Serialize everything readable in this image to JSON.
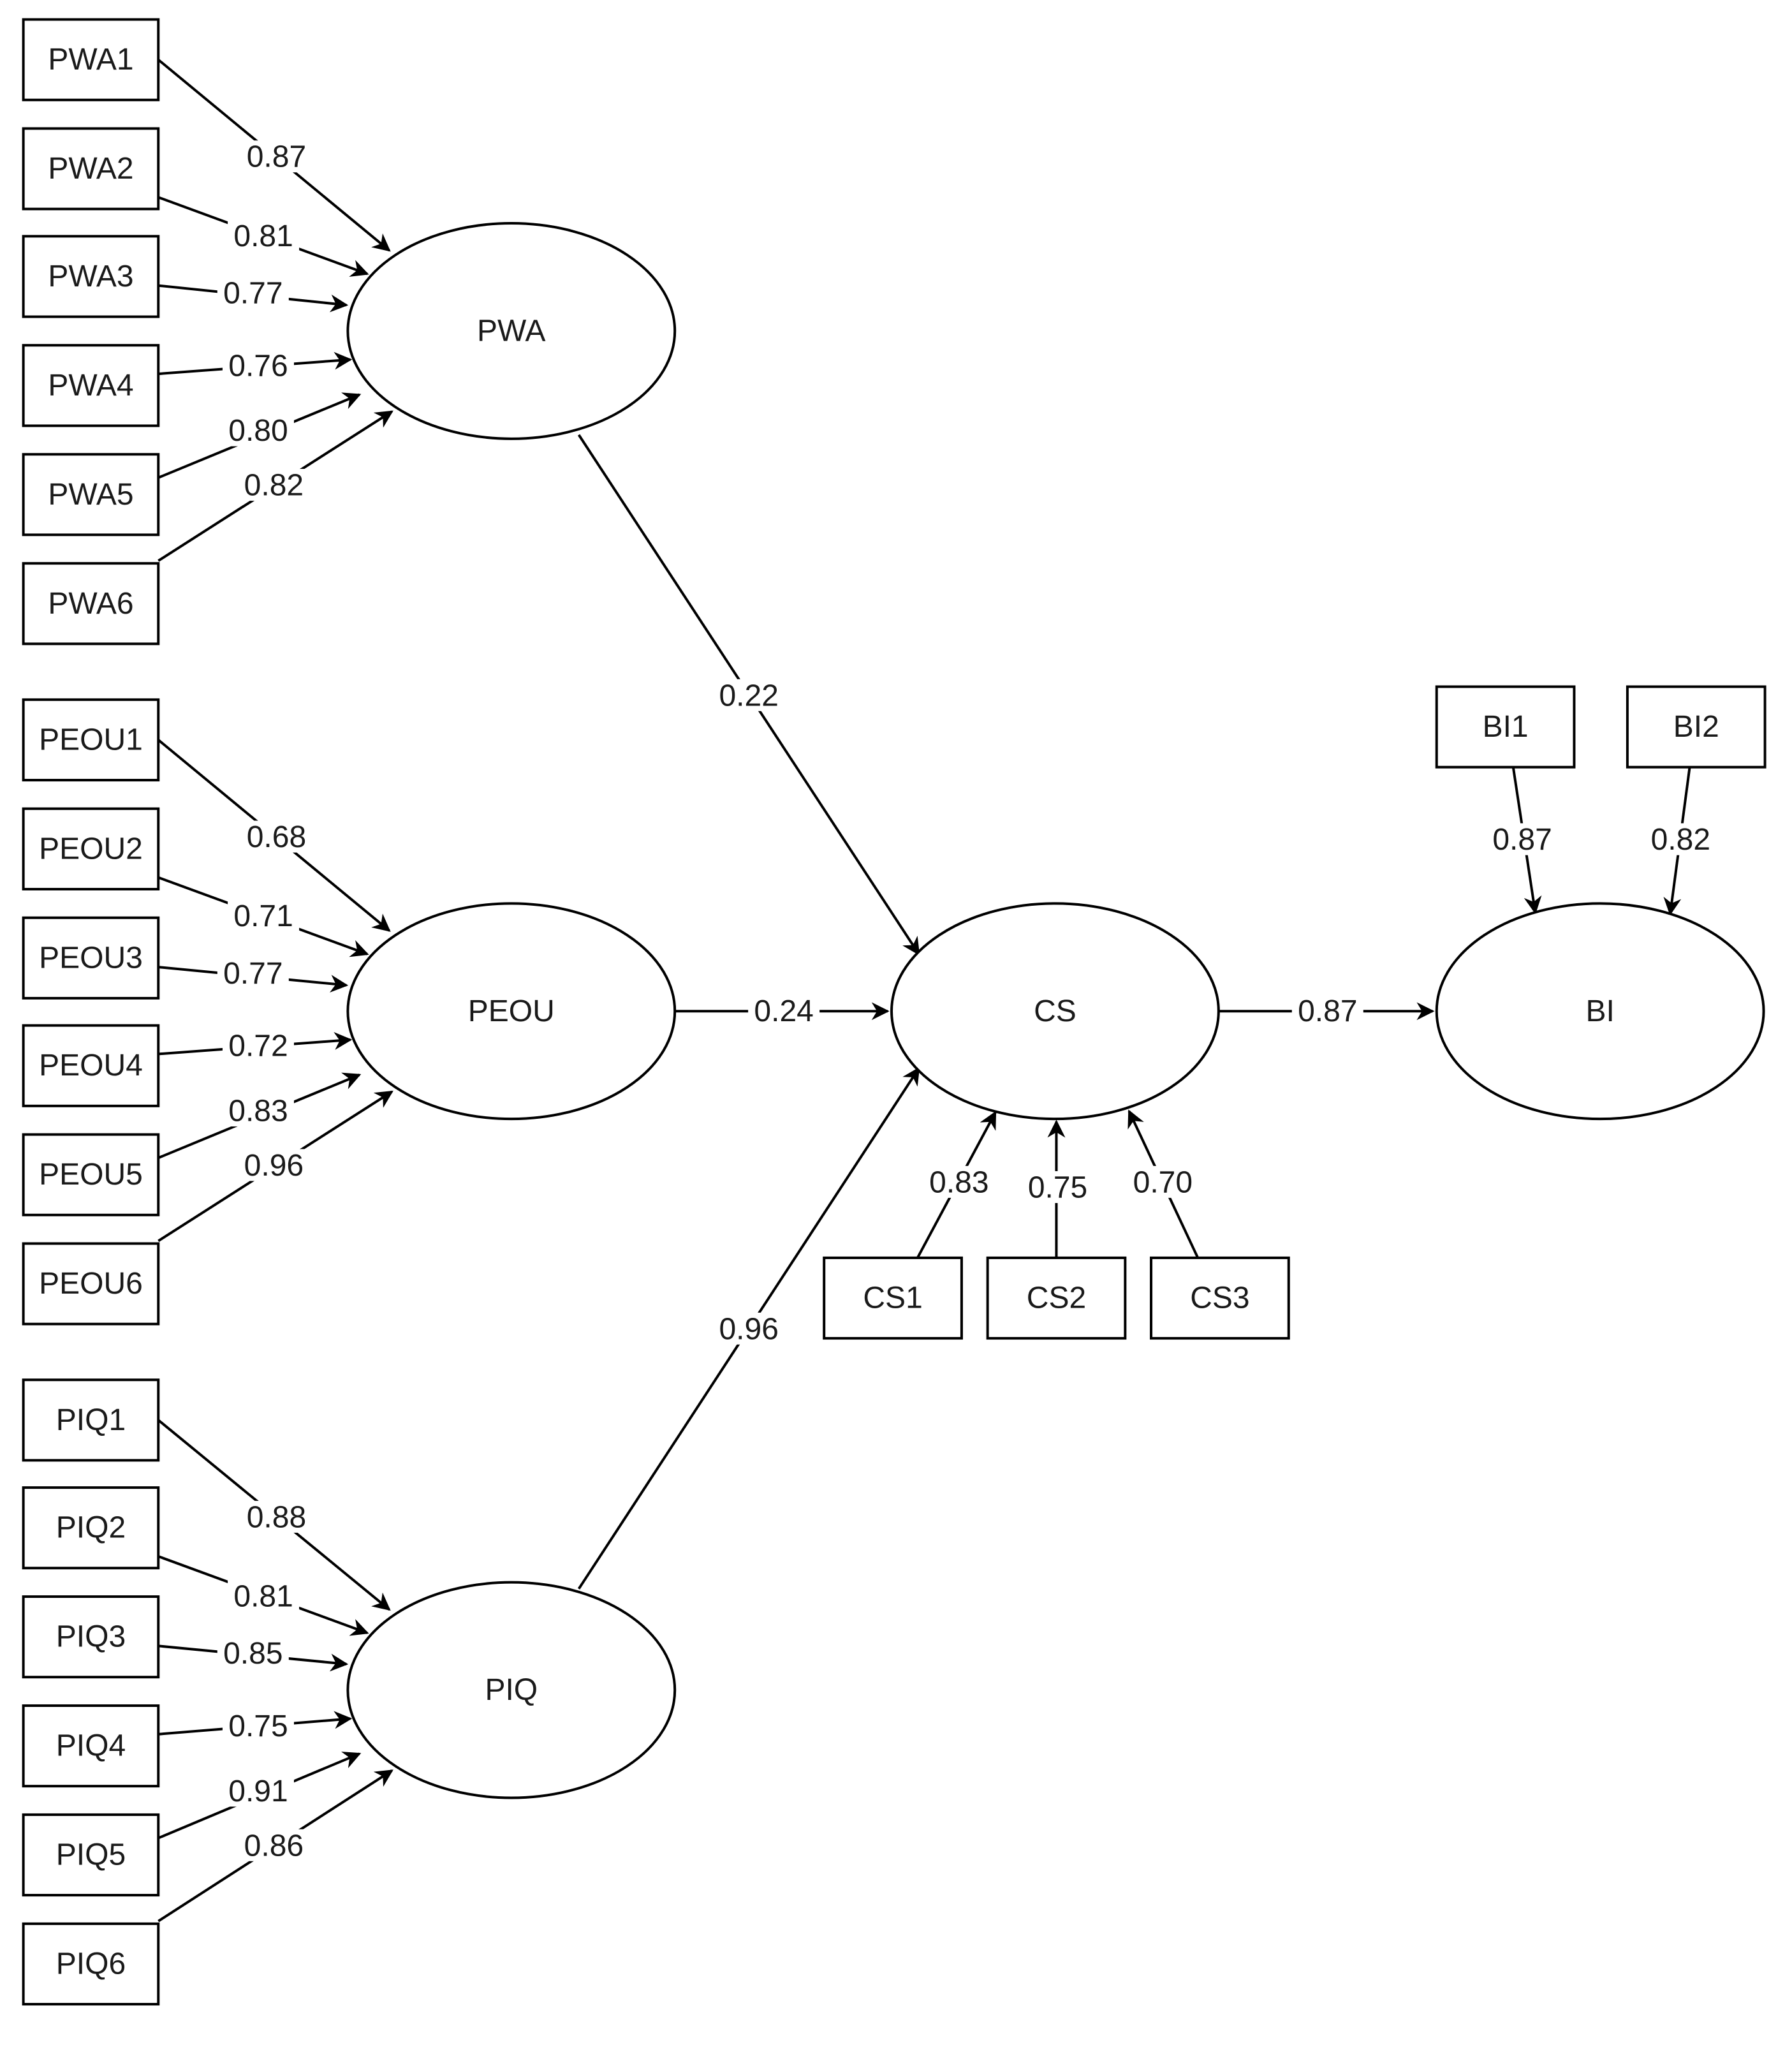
{
  "latent": {
    "PWA": "PWA",
    "PEOU": "PEOU",
    "PIQ": "PIQ",
    "CS": "CS",
    "BI": "BI"
  },
  "indicators": {
    "PWA1": "PWA1",
    "PWA2": "PWA2",
    "PWA3": "PWA3",
    "PWA4": "PWA4",
    "PWA5": "PWA5",
    "PWA6": "PWA6",
    "PEOU1": "PEOU1",
    "PEOU2": "PEOU2",
    "PEOU3": "PEOU3",
    "PEOU4": "PEOU4",
    "PEOU5": "PEOU5",
    "PEOU6": "PEOU6",
    "PIQ1": "PIQ1",
    "PIQ2": "PIQ2",
    "PIQ3": "PIQ3",
    "PIQ4": "PIQ4",
    "PIQ5": "PIQ5",
    "PIQ6": "PIQ6",
    "CS1": "CS1",
    "CS2": "CS2",
    "CS3": "CS3",
    "BI1": "BI1",
    "BI2": "BI2"
  },
  "weights": {
    "PWA1": "0.87",
    "PWA2": "0.81",
    "PWA3": "0.77",
    "PWA4": "0.76",
    "PWA5": "0.80",
    "PWA6": "0.82",
    "PEOU1": "0.68",
    "PEOU2": "0.71",
    "PEOU3": "0.77",
    "PEOU4": "0.72",
    "PEOU5": "0.83",
    "PEOU6": "0.96",
    "PIQ1": "0.88",
    "PIQ2": "0.81",
    "PIQ3": "0.85",
    "PIQ4": "0.75",
    "PIQ5": "0.91",
    "PIQ6": "0.86",
    "CS1": "0.83",
    "CS2": "0.75",
    "CS3": "0.70",
    "BI1": "0.87",
    "BI2": "0.82",
    "PWA_CS": "0.22",
    "PEOU_CS": "0.24",
    "PIQ_CS": "0.96",
    "CS_BI": "0.87"
  }
}
